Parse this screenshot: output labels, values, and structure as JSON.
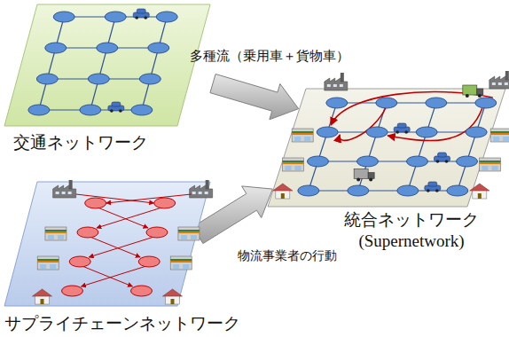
{
  "diagram": {
    "nodes": [
      {
        "text": [
          "交通ネットワーク"
        ]
      },
      {
        "text": [
          "サプライチェーンネットワーク"
        ]
      },
      {
        "text": [
          "統合ネットワーク (Supernetwork)"
        ]
      }
    ],
    "edges": [
      {
        "from": 0,
        "to": 2,
        "arrow": "to",
        "label": "多種流（乗用車＋貨物車）"
      },
      {
        "from": 1,
        "to": 2,
        "arrow": "to",
        "label": "物流事業者の行動"
      }
    ]
  }
}
